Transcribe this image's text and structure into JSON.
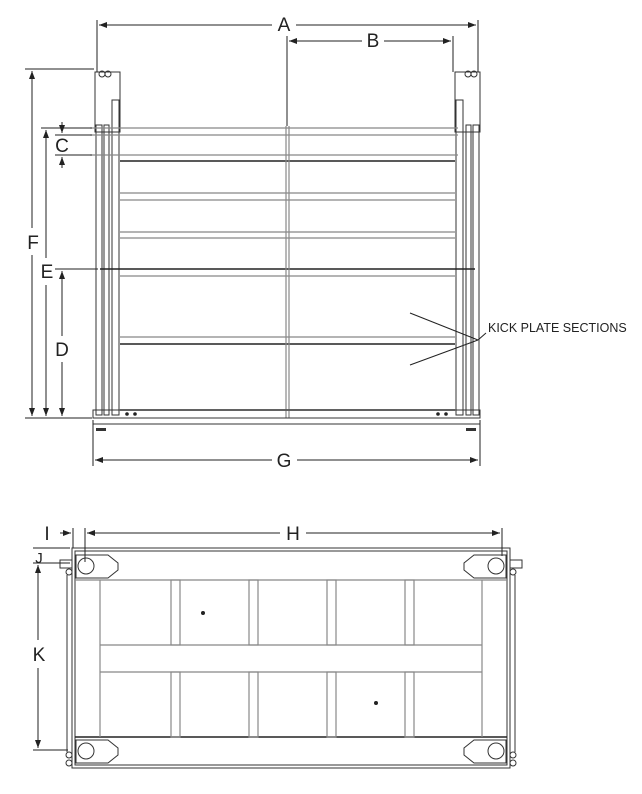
{
  "front_view": {
    "labels": {
      "A": "A",
      "B": "B",
      "C": "C",
      "D": "D",
      "E": "E",
      "F": "F",
      "G": "G"
    },
    "callout": "KICK PLATE SECTIONS"
  },
  "top_view": {
    "labels": {
      "H": "H",
      "I": "I",
      "J": "J",
      "K": "K"
    }
  }
}
